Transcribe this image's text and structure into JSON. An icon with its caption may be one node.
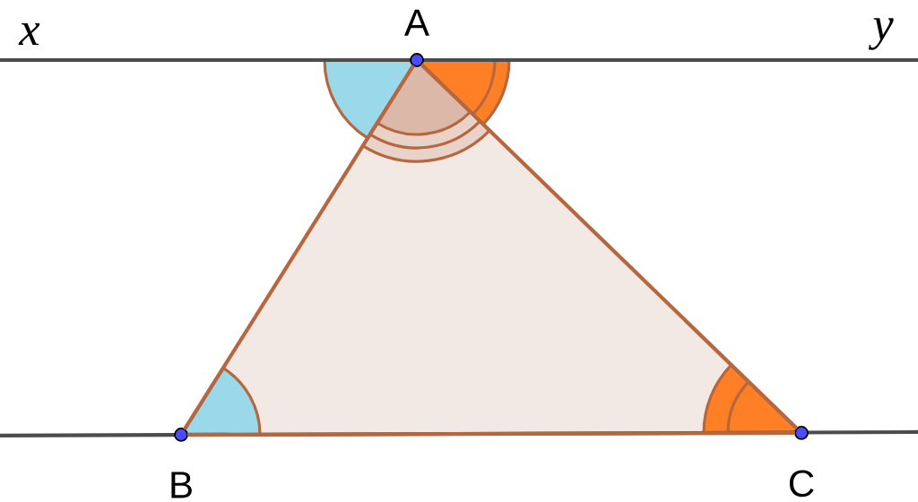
{
  "diagram": {
    "nodes": [
      {
        "text": [
          "A"
        ]
      },
      {
        "text": [
          "B"
        ]
      },
      {
        "text": [
          "C"
        ]
      }
    ],
    "edges": [
      {
        "from": 0,
        "to": 1,
        "arrow": "none"
      },
      {
        "from": 1,
        "to": 2,
        "arrow": "none"
      },
      {
        "from": 2,
        "to": 0,
        "arrow": "none"
      }
    ],
    "labels": [
      "x",
      "y"
    ]
  }
}
